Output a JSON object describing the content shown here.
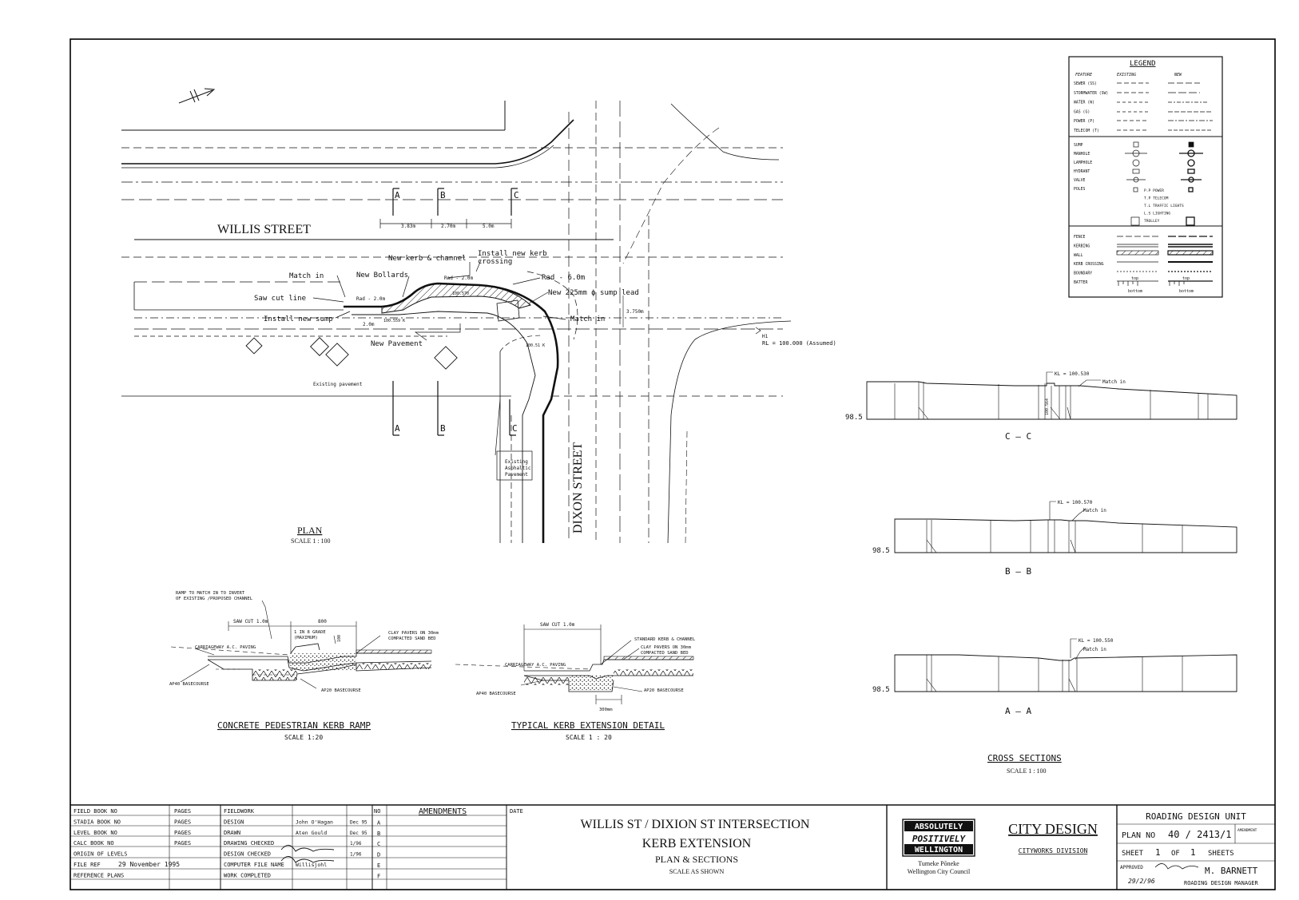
{
  "plan": {
    "street_willis": "WILLIS STREET",
    "street_dixon": "DIXON STREET",
    "section_markers": {
      "a": "A",
      "b": "B",
      "c": "C"
    },
    "dims": {
      "d1": "3.83m",
      "d2": "2.70m",
      "d3": "5.0m",
      "d4": "3.750m",
      "d5": "2.0m"
    },
    "annotations": {
      "new_kerb": "New kerb & channel",
      "install_kerb_1": "Install new kerb",
      "install_kerb_2": "crossing",
      "match_in": "Match in",
      "new_bollards": "New Bollards",
      "rad_2": "Rad - 2.0m",
      "rad_2b": "Rad - 2.0m",
      "rad_6": "Rad - 6.0m",
      "sump_lead": "New 225mm ϕ sump lead",
      "saw_cut": "Saw cut line",
      "install_sump": "Install new sump",
      "match_in_2": "Match in",
      "new_pavement": "New Pavement",
      "existing_pavement": "Existing pavement",
      "existing_asphaltic_1": "Existing",
      "existing_asphaltic_2": "Asphaltic",
      "existing_asphaltic_3": "Pavement",
      "rl_bm": "RL = 100.000 (Assumed)",
      "bm": "H1",
      "lvl_1": "100.570",
      "lvl_2": "100.559 K",
      "lvl_3": "100.51 K"
    },
    "title": "PLAN",
    "scale": "SCALE 1 : 100"
  },
  "legend": {
    "title": "LEGEND",
    "col_feature": "FEATURE",
    "col_existing": "EXISTING",
    "col_new": "NEW",
    "services": [
      "SEWER (SS)",
      "STORMWATER (SW)",
      "WATER (W)",
      "GAS (G)",
      "POWER (P)",
      "TELECOM (T)"
    ],
    "structures": [
      "SUMP",
      "MANHOLE",
      "LAMPHOLE",
      "HYDRANT",
      "VALVE",
      "POLES"
    ],
    "poles": [
      "P.P POWER",
      "T.P TELECOM",
      "T.L TRAFFIC LIGHTS",
      "L.S LIGHTING",
      "TROLLEY"
    ],
    "lines": [
      "FENCE",
      "KERBING",
      "WALL",
      "KERB CROSSING",
      "BOUNDARY",
      "BATTER"
    ],
    "batter_top": "top",
    "batter_bottom": "bottom"
  },
  "sections": {
    "cc": {
      "title": "C — C",
      "level": "98.5",
      "kl": "KL = 100.530",
      "match": "Match in",
      "dim": "100.564"
    },
    "bb": {
      "title": "B — B",
      "level": "98.5",
      "kl": "KL = 100.570",
      "match": "Match in"
    },
    "aa": {
      "title": "A — A",
      "level": "98.5",
      "kl": "KL = 100.550",
      "match": "Match in"
    },
    "title": "CROSS SECTIONS",
    "scale": "SCALE 1 : 100"
  },
  "ramp_detail": {
    "note_1": "RAMP TO MATCH IN TO INVERT",
    "note_2": "OF EXISTING /PROPOSED CHANNEL",
    "saw_cut": "SAW CUT 1.0m",
    "dim_800": "800",
    "grade_1": "1 IN 8 GRADE",
    "grade_2": "(MAXIMUM)",
    "dim_100": "100",
    "pavers_1": "CLAY PAVERS ON 30mm",
    "pavers_2": "COMPACTED SAND BED",
    "carriageway": "CARRIAGEWAY A.C. PAVING",
    "ap40": "AP40 BASECOURSE",
    "ap20": "AP20 BASECOURSE",
    "title": "CONCRETE PEDESTRIAN KERB RAMP",
    "scale": "SCALE 1:20"
  },
  "kerb_detail": {
    "saw_cut": "SAW CUT 1.0m",
    "standard_kerb": "STANDARD KERB & CHANNEL",
    "pavers_1": "CLAY PAVERS ON 30mm",
    "pavers_2": "COMPACTED SAND BED",
    "carriageway": "CARRIAGEWAY A.C. PAVING",
    "ap40": "AP40 BASECOURSE",
    "ap20": "AP20 BASECOURSE",
    "dim_300": "300mm",
    "title": "TYPICAL KERB EXTENSION DETAIL",
    "scale": "SCALE 1 : 20"
  },
  "title_block": {
    "refs": [
      {
        "label": "FIELD BOOK NO",
        "pages": "PAGES"
      },
      {
        "label": "STADIA BOOK NO",
        "pages": "PAGES"
      },
      {
        "label": "LEVEL BOOK NO",
        "pages": "PAGES"
      },
      {
        "label": "CALC BOOK NO",
        "pages": "PAGES"
      },
      {
        "label": "ORIGIN OF LEVELS",
        "pages": ""
      },
      {
        "label": "FILE REF",
        "pages": "29 November 1995"
      },
      {
        "label": "REFERENCE PLANS",
        "pages": ""
      }
    ],
    "work": [
      {
        "label": "FIELDWORK",
        "name": "",
        "date": ""
      },
      {
        "label": "DESIGN",
        "name": "John O'Hagan",
        "date": "Dec 95"
      },
      {
        "label": "DRAWN",
        "name": "Aten Gould",
        "date": "Dec 95"
      },
      {
        "label": "DRAWING CHECKED",
        "name": "",
        "date": "1/96"
      },
      {
        "label": "DESIGN CHECKED",
        "name": "",
        "date": "1/96"
      },
      {
        "label": "COMPUTER FILE NAME",
        "name": "Willisjohl",
        "date": ""
      },
      {
        "label": "WORK COMPLETED",
        "name": "",
        "date": ""
      }
    ],
    "amend_no": "NO",
    "amendments": "AMENDMENTS",
    "amend_date": "DATE",
    "amend_letters": [
      "A",
      "B",
      "C",
      "D",
      "E",
      "F"
    ],
    "title_1": "WILLIS ST / DIXION ST INTERSECTION",
    "title_2": "KERB EXTENSION",
    "title_3": "PLAN & SECTIONS",
    "title_4": "SCALE AS SHOWN",
    "logo_1": "ABSOLUTELY",
    "logo_2": "POSITIVELY",
    "logo_3": "WELLINGTON",
    "council_1": "Tumeke Pōneke",
    "council_2": "Wellington City Council",
    "city_design": "CITY DESIGN",
    "cityworks": "CITYWORKS DIVISION",
    "unit": "ROADING DESIGN UNIT",
    "plan_no_label": "PLAN NO",
    "plan_no": "40 / 2413/1",
    "amendment_label": "AMENDMENT",
    "sheet_label": "SHEET",
    "sheet_no": "1",
    "of_label": "OF",
    "sheet_total": "1",
    "sheets_label": "SHEETS",
    "approved": "APPROVED",
    "manager_name": "M. BARNETT",
    "approved_date": "29/2/96",
    "manager_title": "ROADING DESIGN MANAGER"
  }
}
